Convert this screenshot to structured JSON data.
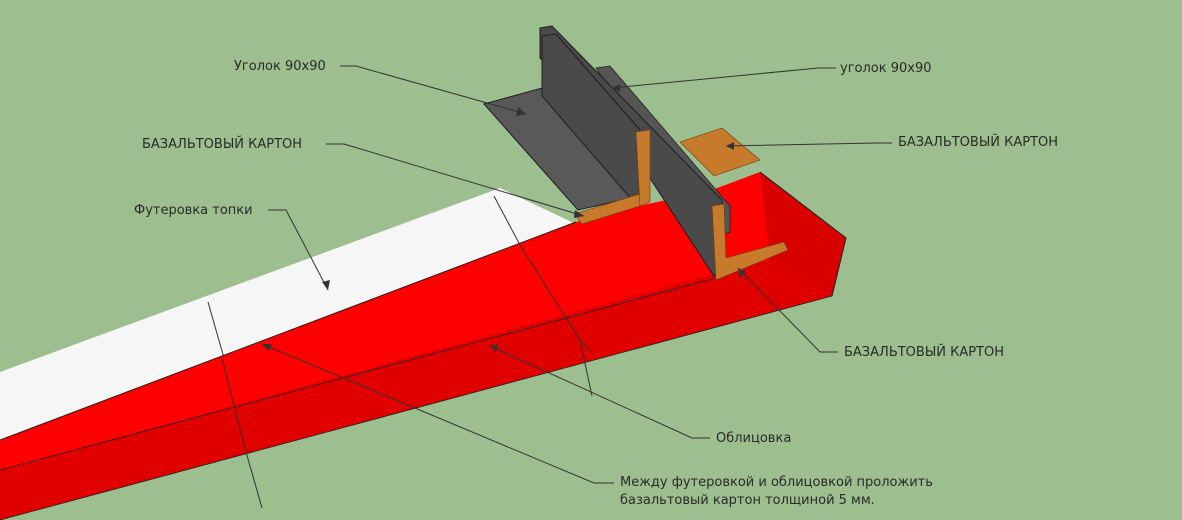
{
  "colors": {
    "background": "#9dbe8f",
    "cladding": "#ff0000",
    "lining": "#f6f6f6",
    "steel_angle": "#4a4a4a",
    "basalt_board": "#c87a2c"
  },
  "labels": {
    "angle_left": "Уголок 90х90",
    "angle_right": "уголок 90х90",
    "basalt_left": "БАЗАЛЬТОВЫЙ КАРТОН",
    "basalt_right": "БАЗАЛЬТОВЫЙ КАРТОН",
    "basalt_bottom": "БАЗАЛЬТОВЫЙ КАРТОН",
    "lining": "Футеровка топки",
    "cladding": "Облицовка",
    "note_line1": "Между футеровкой и облицовкой проложить",
    "note_line2": "базальтовый картон толщиной 5 мм."
  }
}
